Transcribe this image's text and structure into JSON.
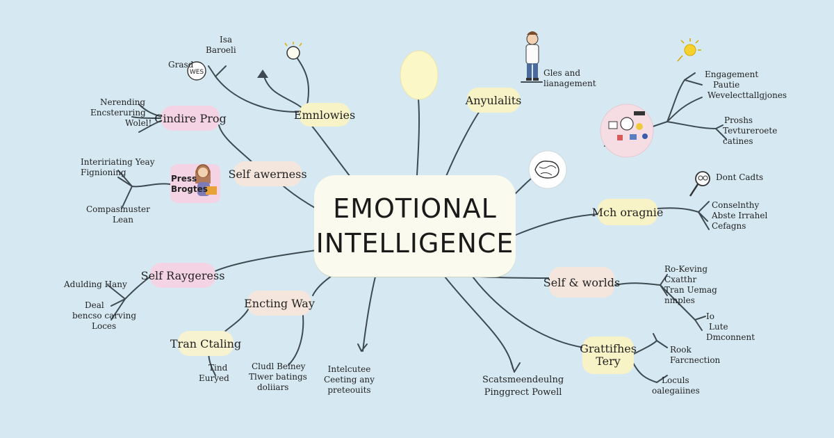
{
  "center": {
    "line1": "EMOTIONAL",
    "line2": "INTELLIGENCE"
  },
  "nodes": {
    "employees": "Emnlowies",
    "cindire": "Cindire Prog",
    "self_awareness": "Self awerness",
    "press": {
      "line1": "Press",
      "line2": "Brogtes"
    },
    "self_raygeress": "Self Raygeress",
    "encting_way": "Encting Way",
    "tran_ctaling": "Tran Ctaling",
    "anyulalits": "Anyulalits",
    "mch_orgagnie": "Mch oragnie",
    "self_worlds": "Self & worlds",
    "grattithes": {
      "line1": "Grattifhes",
      "line2": "Tery"
    }
  },
  "labels": {
    "top_left_cluster": [
      "Isa",
      "Baroeli",
      "Grasd",
      "WES"
    ],
    "nerending": [
      "Nerending",
      "Encsteruring",
      "Wolel!"
    ],
    "interitating": [
      "Inteririating  Yeay",
      "Fignioning"
    ],
    "compasinuster": [
      "Compasinuster",
      "Lean"
    ],
    "adulding": [
      "Adulding Hany"
    ],
    "deat": [
      "Deal",
      "bencso carving",
      "Loces"
    ],
    "tind": [
      "Tind",
      "Euryed"
    ],
    "cludl": [
      "Cludl Beiney",
      "Tlwer batings",
      "doliiars"
    ],
    "intelcutee": [
      "Intelcutee",
      "Ceeting any",
      "preteouits"
    ],
    "stats": [
      "Scatsmeendeulng",
      "Pinggrect Powell"
    ],
    "gles": [
      "Gles and",
      "lianagement"
    ],
    "engagement": [
      "Engagement",
      "Pautie",
      "Wevelecttallgjones"
    ],
    "proshs": [
      "Proshs",
      "Tevtureroete",
      "catines"
    ],
    "dont_cads": [
      "Dont Cadts"
    ],
    "conseinthy": [
      "Conselnthy",
      "Abste Irrahel",
      "Cefagns"
    ],
    "ro_keving": [
      "Ro-Keving",
      "Cxatthr",
      "Tran Uemag",
      "nmples"
    ],
    "lo_lute": [
      "Io",
      "Lute",
      "Dmconnent"
    ],
    "rool": [
      "Rook",
      "Farcnection"
    ],
    "loculs": [
      "Loculs",
      "oalegaiines"
    ]
  },
  "icons": [
    "lightbulb-icon",
    "person-icon",
    "sun-icon",
    "brain-icon",
    "magnifier-icon",
    "crest-icon",
    "icon-cluster"
  ],
  "colors": {
    "background": "#d6e8f1",
    "center": "#fafbee",
    "yellow": "#f8f3c7",
    "pink": "#f4d4e4",
    "beige": "#f4e6dc"
  }
}
